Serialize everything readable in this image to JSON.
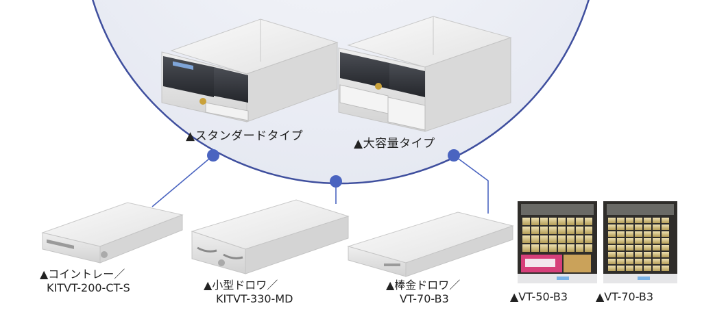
{
  "top_labels": {
    "standard": "▲スタンダードタイプ",
    "large": "▲大容量タイプ"
  },
  "accessories": [
    {
      "line1": "▲コイントレー／",
      "line2": "KITVT-200-CT-S"
    },
    {
      "line1": "▲小型ドロワ／",
      "line2": "KITVT-330-MD"
    },
    {
      "line1": "▲棒金ドロワ／",
      "line2": "VT-70-B3"
    },
    {
      "line1": "▲VT-50-B3",
      "line2": ""
    },
    {
      "line1": "▲VT-70-B3",
      "line2": ""
    }
  ],
  "colors": {
    "circle_fill": "#eef0f6",
    "circle_stroke": "#3f4f9e",
    "dot": "#4a64c0",
    "connector": "#4a64c0"
  }
}
